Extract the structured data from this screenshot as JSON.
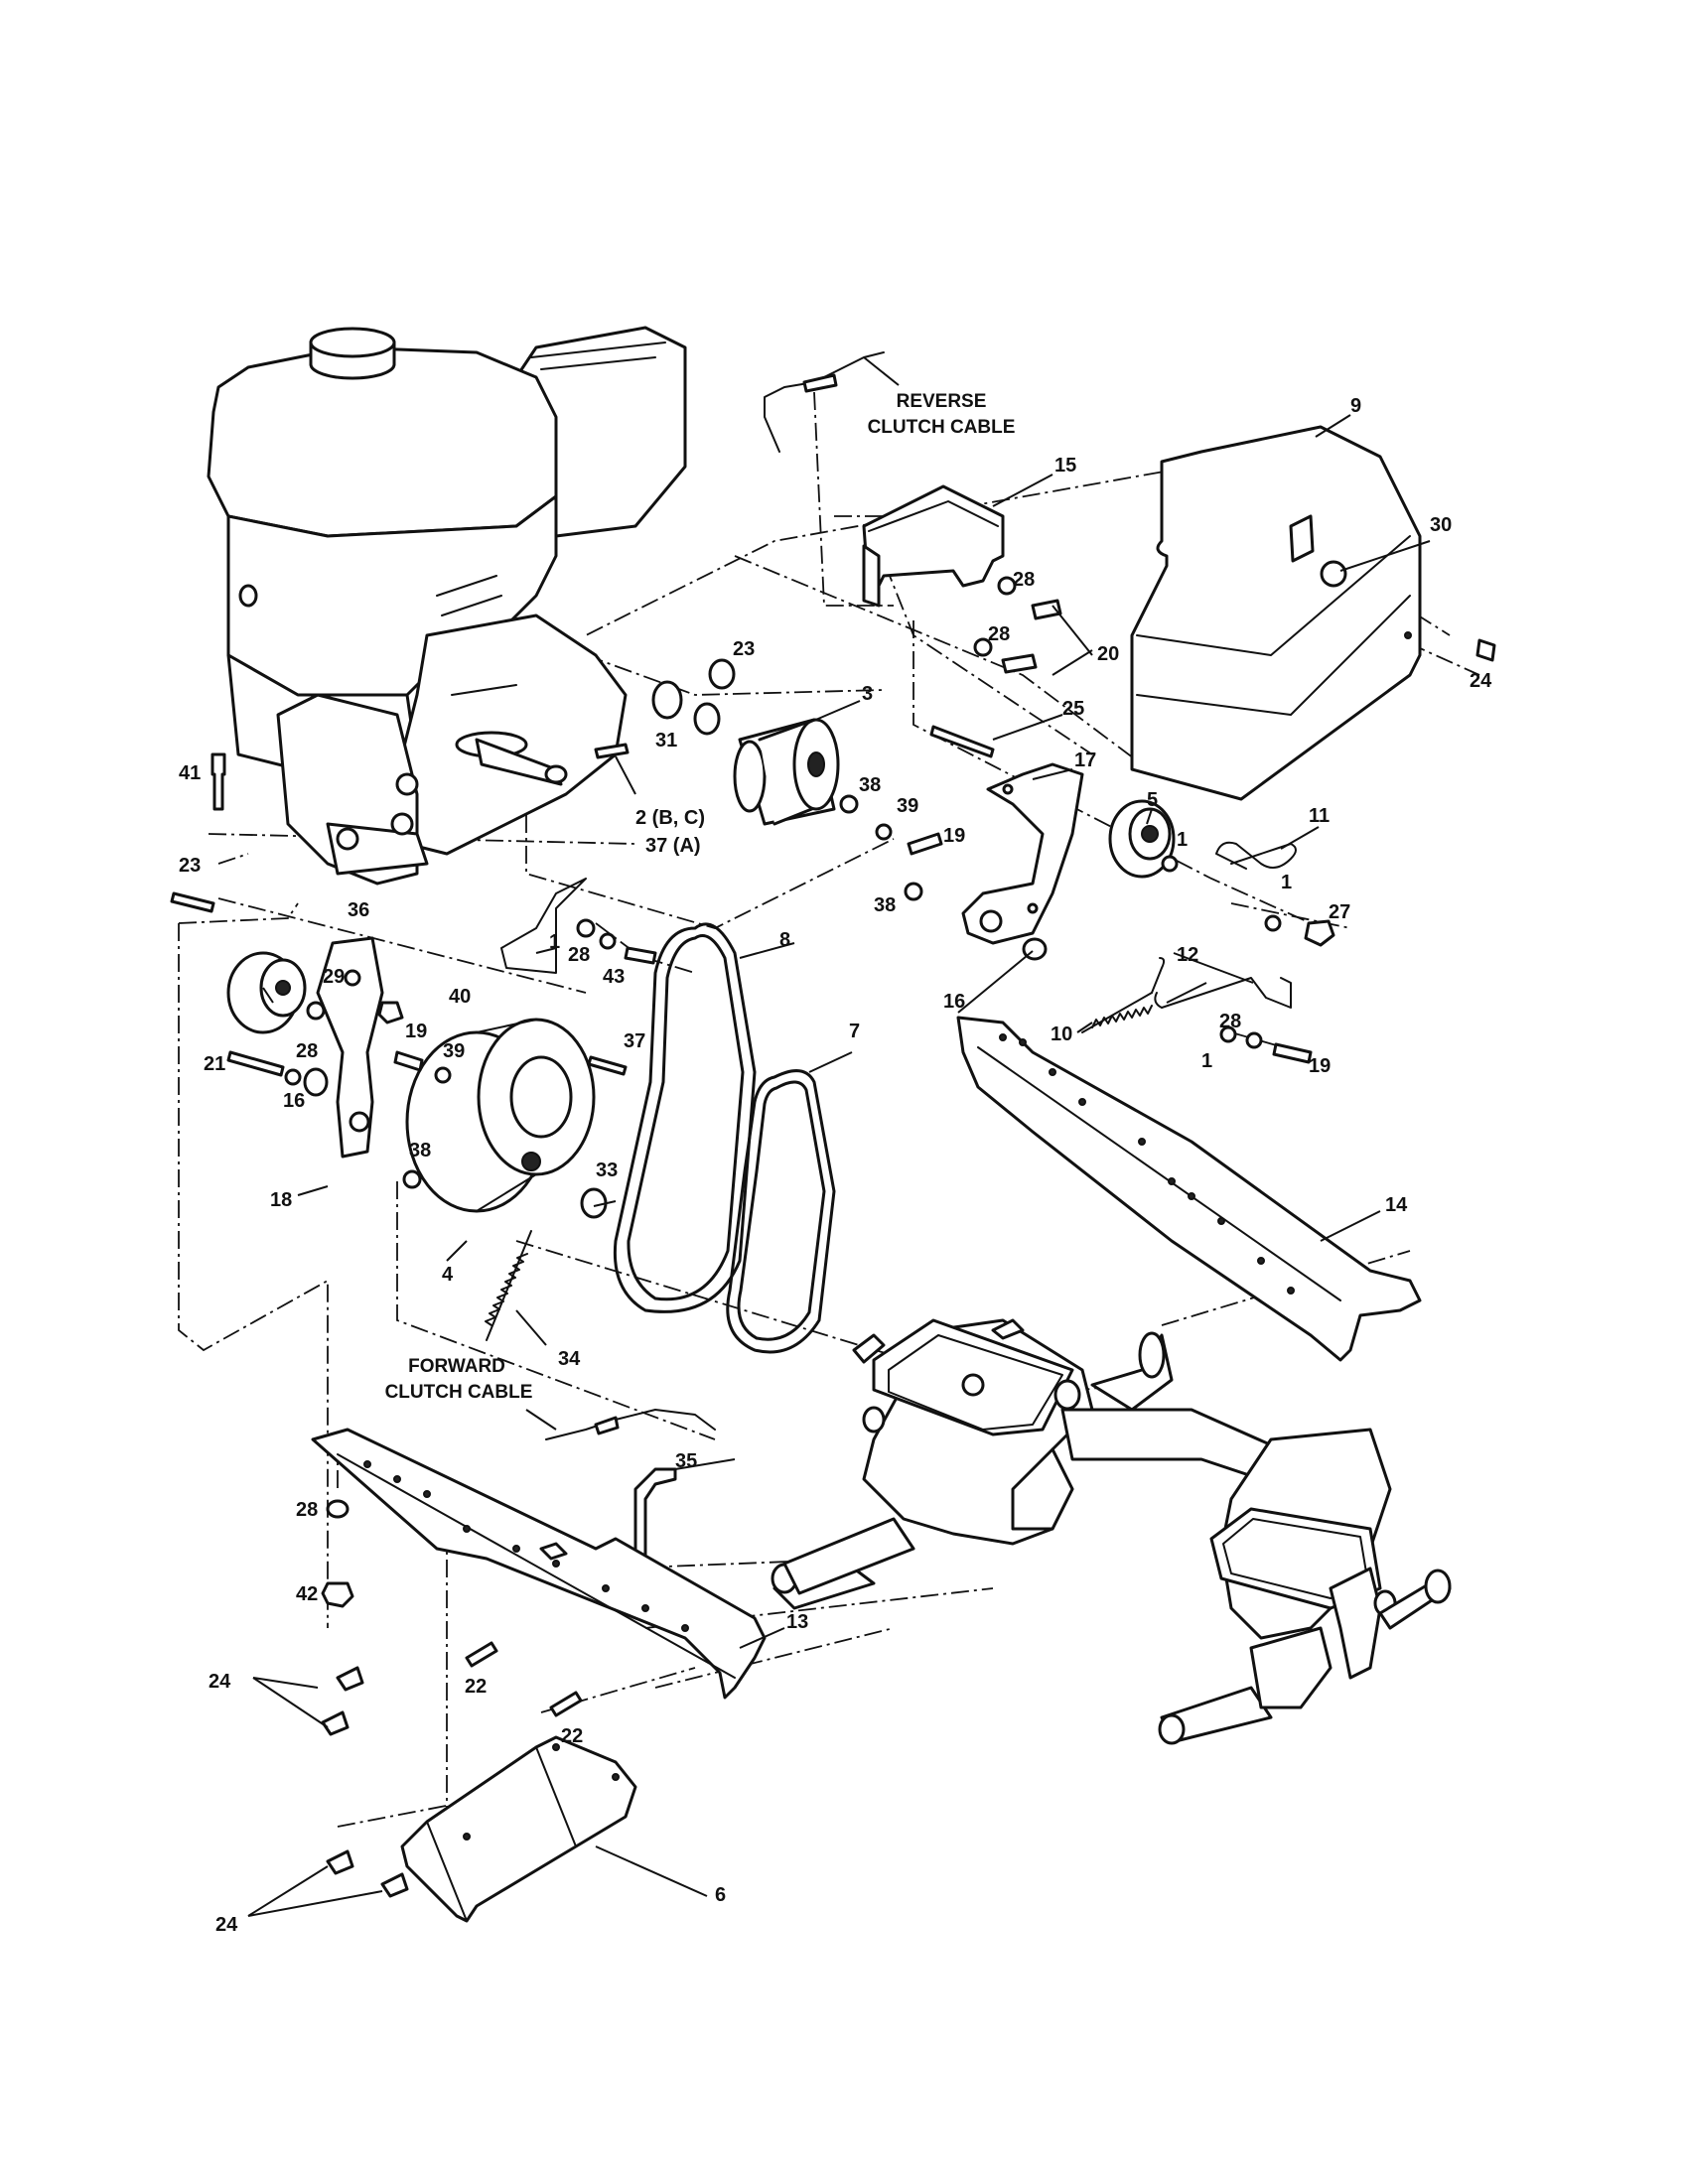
{
  "callouts": {
    "c1a": "1",
    "c1b": "1",
    "c1c": "1",
    "c1d": "1",
    "c2": "2 (B, C)",
    "c37a": "37 (A)",
    "c3": "3",
    "c4": "4",
    "c5": "5",
    "c6": "6",
    "c7": "7",
    "c8": "8",
    "c9": "9",
    "c10": "10",
    "c11": "11",
    "c12": "12",
    "c13": "13",
    "c14": "14",
    "c15": "15",
    "c16a": "16",
    "c16b": "16",
    "c17": "17",
    "c18": "18",
    "c19a": "19",
    "c19b": "19",
    "c19c": "19",
    "c20": "20",
    "c21": "21",
    "c22a": "22",
    "c22b": "22",
    "c23a": "23",
    "c23b": "23",
    "c24a": "24",
    "c24b": "24",
    "c24c": "24",
    "c25": "25",
    "c27": "27",
    "c28a": "28",
    "c28b": "28",
    "c28c": "28",
    "c28d": "28",
    "c28e": "28",
    "c28f": "28",
    "c29": "29",
    "c30": "30",
    "c31": "31",
    "c33": "33",
    "c34": "34",
    "c35": "35",
    "c36": "36",
    "c37": "37",
    "c38a": "38",
    "c38b": "38",
    "c38c": "38",
    "c39a": "39",
    "c39b": "39",
    "c40": "40",
    "c41": "41",
    "c42": "42",
    "c43": "43"
  },
  "cables": {
    "reverse_line1": "REVERSE",
    "reverse_line2": "CLUTCH CABLE",
    "forward_line1": "FORWARD",
    "forward_line2": "CLUTCH CABLE"
  }
}
